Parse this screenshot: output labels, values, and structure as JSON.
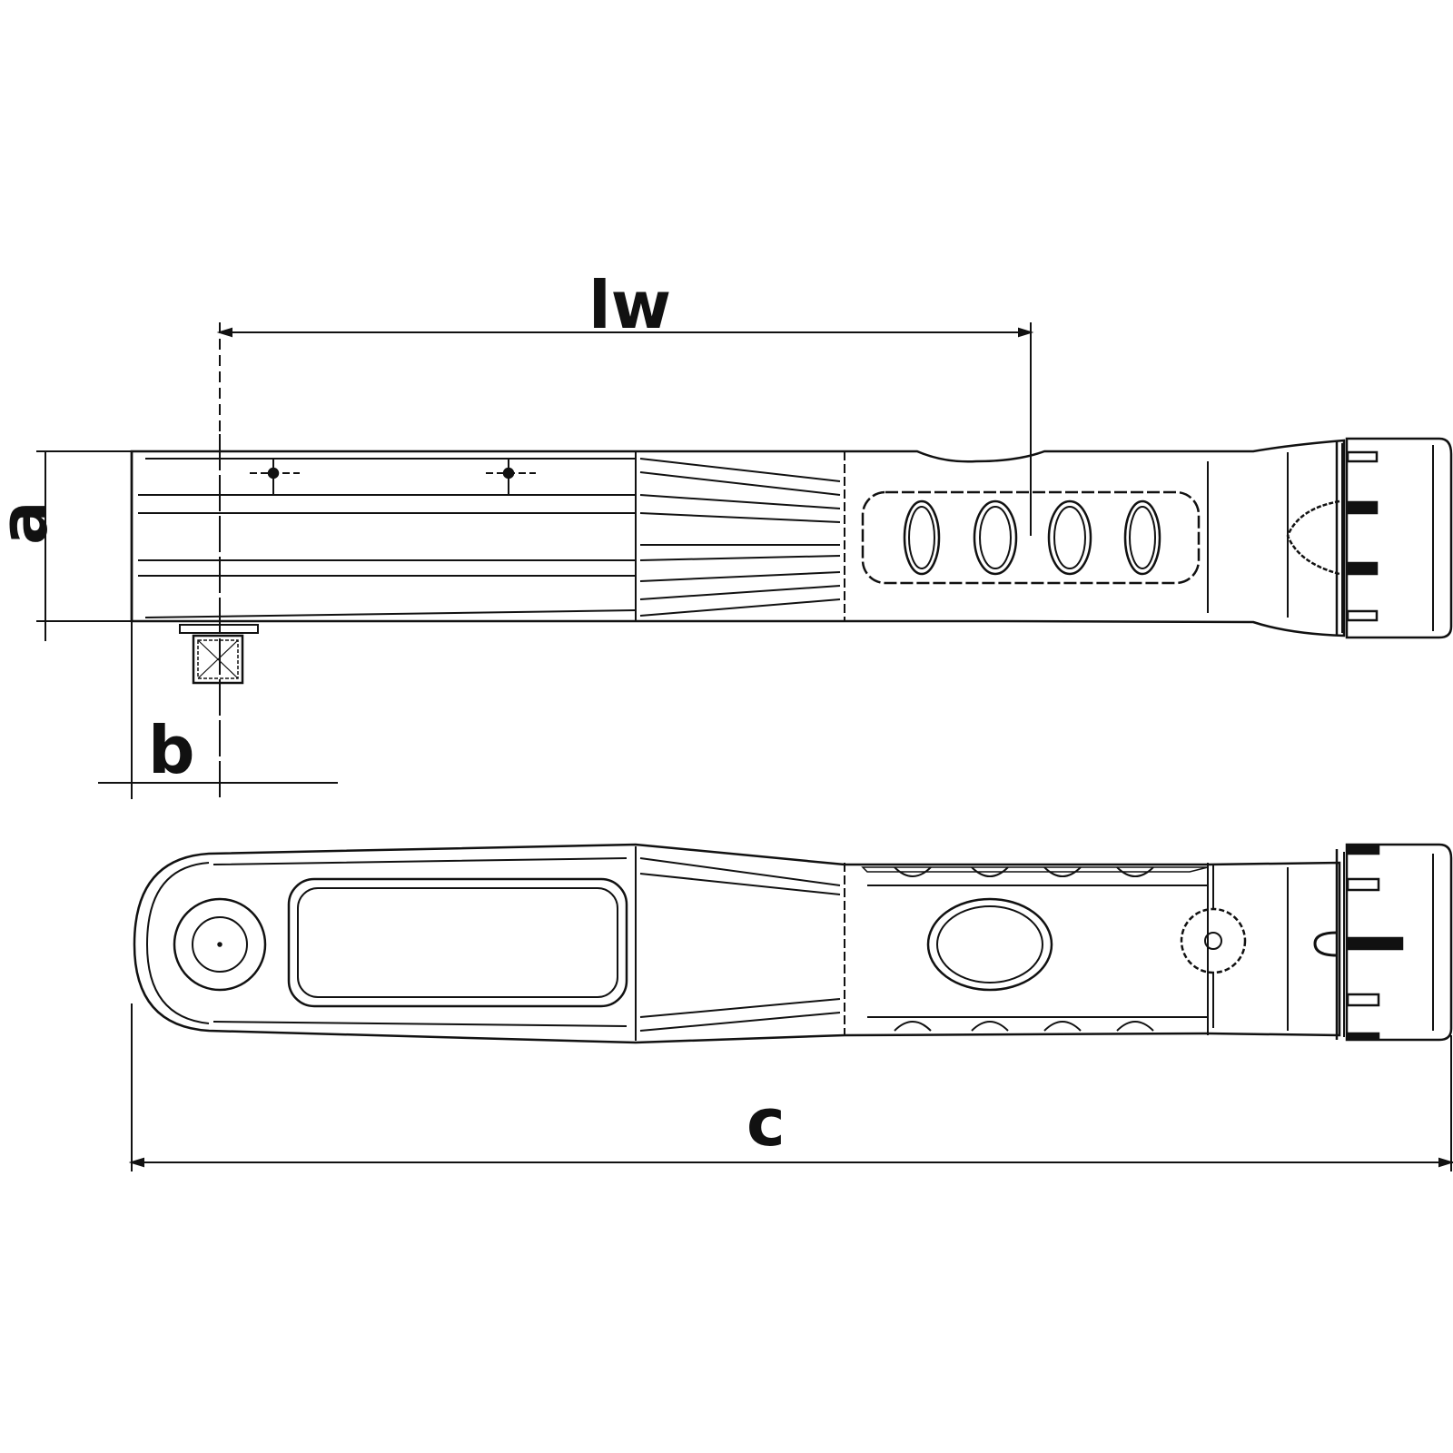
{
  "diagram": {
    "type": "technical-drawing",
    "subject": "torque wrench (side view and top view)",
    "line_color": "#111111",
    "background": "#ffffff",
    "dimensions": {
      "lw": {
        "label": "lw",
        "meaning": "effective lever length"
      },
      "a": {
        "label": "a",
        "meaning": "height of wrench head/body"
      },
      "b": {
        "label": "b",
        "meaning": "offset from head end to drive square center"
      },
      "c": {
        "label": "c",
        "meaning": "overall length"
      }
    },
    "views": [
      {
        "name": "side-view",
        "features": [
          "square drive",
          "grip with 4 oval holes",
          "end cap with adjuster"
        ]
      },
      {
        "name": "top-view",
        "features": [
          "ratchet head",
          "display window",
          "grip",
          "release button",
          "end cap"
        ]
      }
    ]
  }
}
